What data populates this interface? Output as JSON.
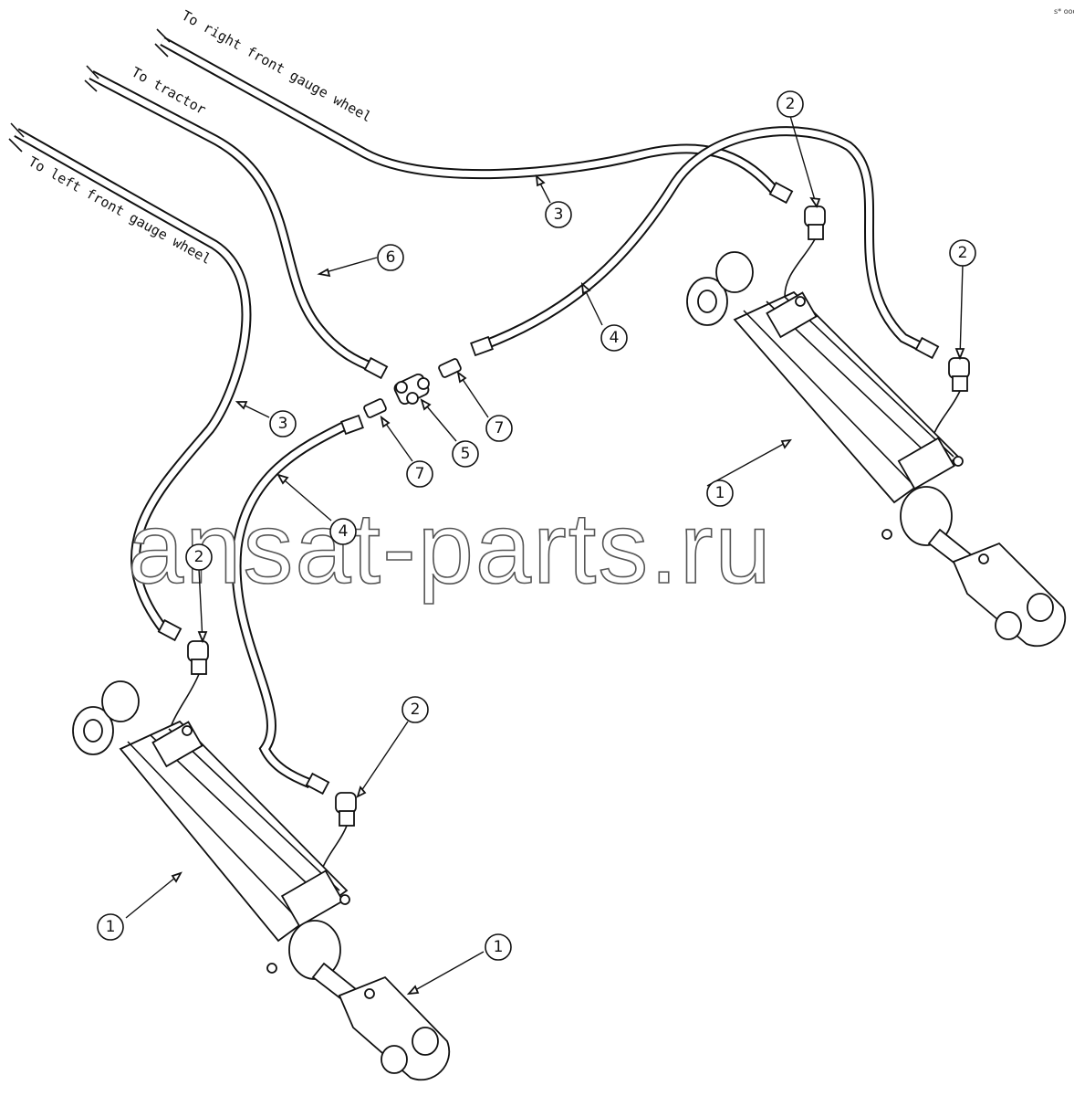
{
  "corner_mark": "s* ooo",
  "labels": {
    "right_gauge": "To right front gauge wheel",
    "tractor": "To tractor",
    "left_gauge": "To left front gauge wheel"
  },
  "watermark": "ansat-parts.ru",
  "callouts": {
    "c2_top_right": "2",
    "c2_right": "2",
    "c2_left": "2",
    "c2_bottom": "2",
    "c3_top": "3",
    "c3_left": "3",
    "c6": "6",
    "c4_upper": "4",
    "c4_lower": "4",
    "c5": "5",
    "c7_right": "7",
    "c7_lower": "7",
    "c1_right": "1",
    "c1_left": "1",
    "c1_bottom": "1"
  }
}
